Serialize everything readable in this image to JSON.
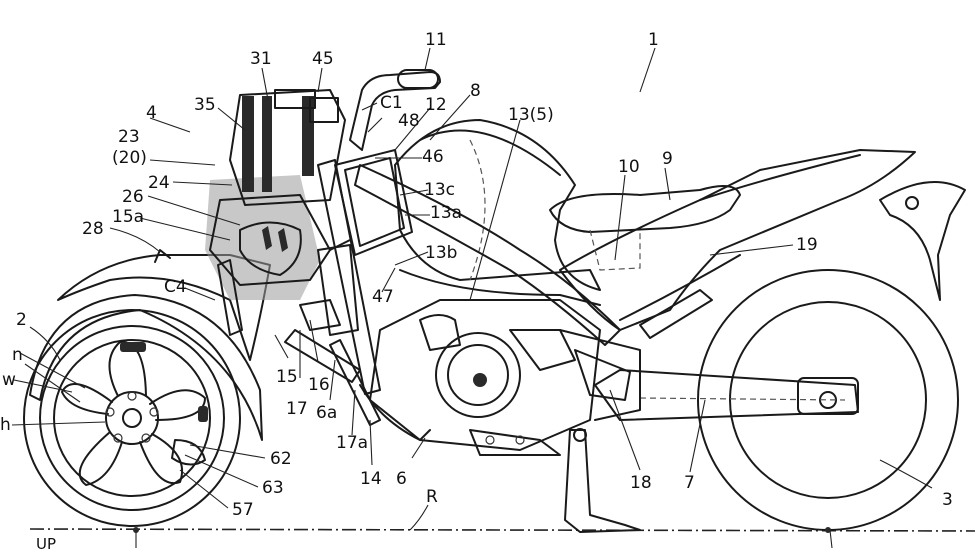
{
  "labels": {
    "l1": "1",
    "l2": "2",
    "l3": "3",
    "l4": "4",
    "l6": "6",
    "l6a": "6a",
    "l7": "7",
    "l8": "8",
    "l9": "9",
    "l10": "10",
    "l11": "11",
    "l12": "12",
    "l13_5": "13(5)",
    "l13a": "13a",
    "l13b": "13b",
    "l13c": "13c",
    "l14": "14",
    "l15": "15",
    "l15a": "15a",
    "l16": "16",
    "l17": "17",
    "l17a": "17a",
    "l18": "18",
    "l19": "19",
    "l20": "(20)",
    "l23": "23",
    "l24": "24",
    "l26": "26",
    "l28": "28",
    "l31": "31",
    "l35": "35",
    "l45": "45",
    "l46": "46",
    "l47": "47",
    "l48": "48",
    "l57": "57",
    "l62": "62",
    "l63": "63",
    "lC1": "C1",
    "lC4": "C4",
    "ln": "n",
    "lw": "w",
    "lh": "h",
    "lR": "R",
    "lUP": "UP"
  }
}
